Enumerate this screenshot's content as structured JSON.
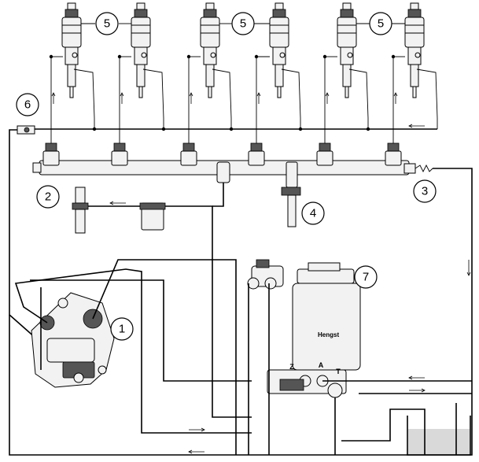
{
  "diagram": {
    "callouts": {
      "high_pressure_pump": "1",
      "rail_left_plug": "2",
      "pressure_limiting_valve": "3",
      "rail_pressure_sensor": "4",
      "injectors_pair_1": "5",
      "injectors_pair_2": "5",
      "injectors_pair_3": "5",
      "return_valve": "6",
      "fuel_filter": "7"
    },
    "port_labels": {
      "z": "Z",
      "a": "A",
      "t": "T"
    },
    "filter_brand": "Hengst",
    "colors": {
      "line": "#000000",
      "part_fill": "#f2f2f2",
      "tank_fuel": "#d9d9d9"
    },
    "icons": [
      "injector-icon",
      "pump-icon",
      "filter-icon",
      "tank-icon",
      "sensor-icon",
      "valve-icon"
    ]
  }
}
